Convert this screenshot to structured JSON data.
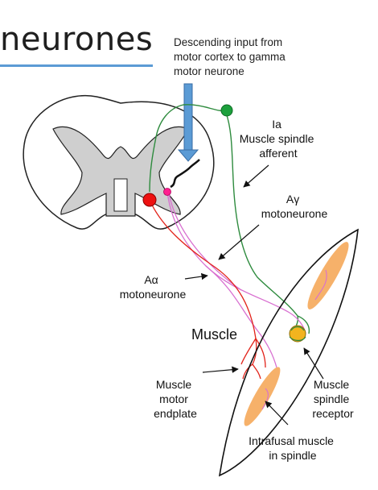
{
  "title": "neurones",
  "descending_input": [
    "Descending input from",
    "motor cortex to gamma",
    "motor neurone"
  ],
  "labels": {
    "ia_afferent": [
      "Ia",
      "Muscle spindle",
      "afferent"
    ],
    "gamma_motoneurone": [
      "Aγ",
      "motoneurone"
    ],
    "alpha_motoneurone": [
      "Aα",
      "motoneurone"
    ],
    "muscle": "Muscle",
    "endplate": [
      "Muscle",
      "motor",
      "endplate"
    ],
    "spindle_receptor": [
      "Muscle",
      "spindle",
      "receptor"
    ],
    "intrafusal": [
      "Intrafusal muscle",
      "in spindle"
    ]
  },
  "colors": {
    "title_underline": "#5b9bd5",
    "input_arrow": "#5b9bd5",
    "ia_fiber": "#2e8b3e",
    "alpha_fiber": "#e2231a",
    "gamma_fiber": "#d86fd0",
    "alpha_soma": "#ee1111",
    "gamma_soma": "#ff1f8f",
    "ia_ganglion": "#1ca03c",
    "spindle_receptor": "#f2b41e",
    "intrafusal": "#f5a95a",
    "grey_matter": "#cfcfcf"
  }
}
